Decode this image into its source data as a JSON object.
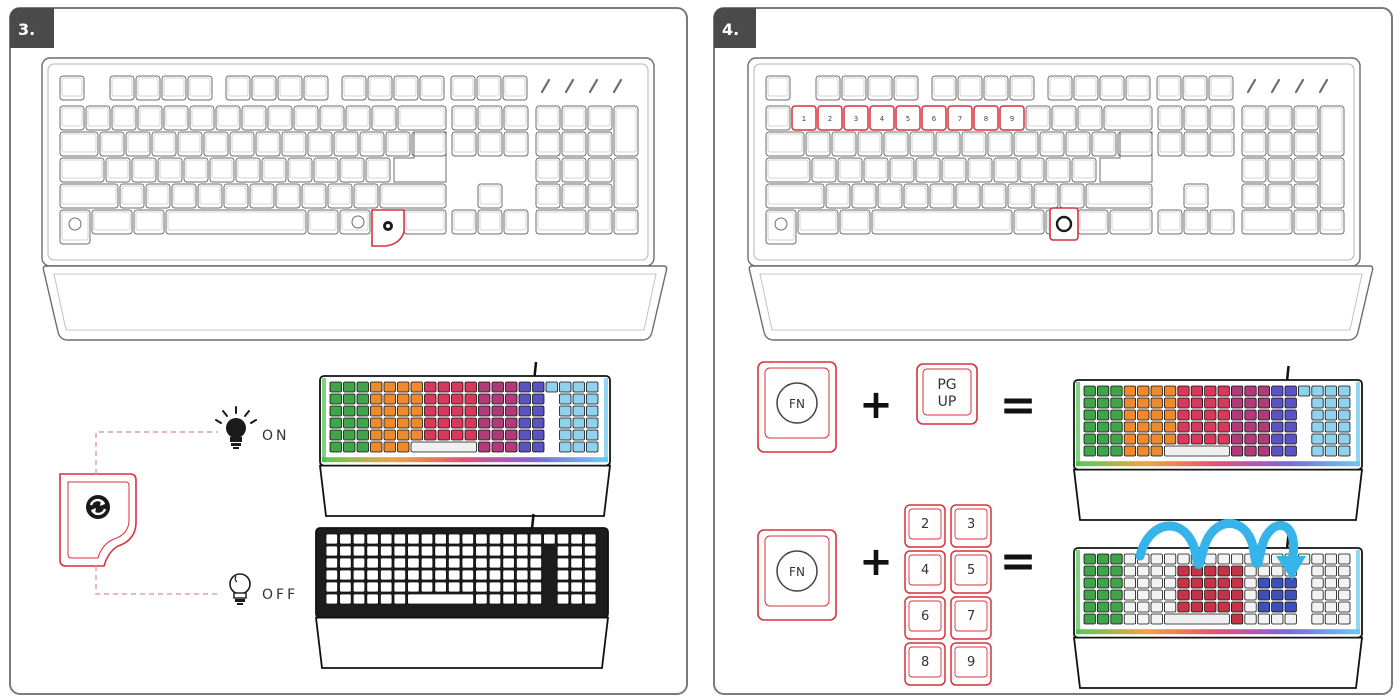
{
  "panels": [
    {
      "step": "3.",
      "labels": {
        "on": "ON",
        "off": "OFF"
      }
    },
    {
      "step": "4.",
      "highlighted_number_keys": [
        "1",
        "2",
        "3",
        "4",
        "5",
        "6",
        "7",
        "8",
        "9"
      ],
      "fn_key": "FN",
      "pgup_line1": "PG",
      "pgup_line2": "UP",
      "plus": "+",
      "equals": "=",
      "numpad": [
        "2",
        "3",
        "4",
        "5",
        "6",
        "7",
        "8",
        "9"
      ]
    }
  ],
  "colors": {
    "outline": "#6d6d6d",
    "highlight": "#d9323a",
    "effect_arrow": "#36b4ea",
    "step_badge": "#4a4a4a"
  }
}
